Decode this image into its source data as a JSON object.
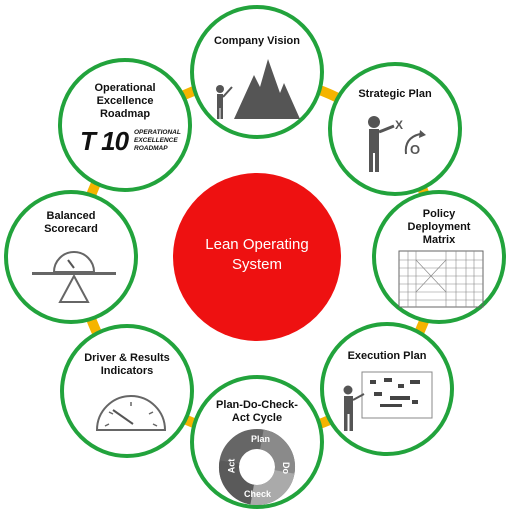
{
  "center": {
    "label_line1": "Lean Operating",
    "label_line2": "System"
  },
  "colors": {
    "ring": "#22a33c",
    "connector": "#f5b400",
    "center": "#ee1111",
    "icon": "#555555"
  },
  "nodes": {
    "company_vision": {
      "title": "Company Vision"
    },
    "strategic_plan": {
      "title": "Strategic Plan",
      "icon_x": "X",
      "icon_o": "O"
    },
    "policy_deployment": {
      "line1": "Policy",
      "line2": "Deployment",
      "line3": "Matrix"
    },
    "execution_plan": {
      "title": "Execution Plan"
    },
    "pdca": {
      "line1": "Plan-Do-Check-",
      "line2": "Act Cycle",
      "plan": "Plan",
      "do": "Do",
      "check": "Check",
      "act": "Act"
    },
    "driver_results": {
      "line1": "Driver & Results",
      "line2": "Indicators"
    },
    "balanced_scorecard": {
      "line1": "Balanced",
      "line2": "Scorecard"
    },
    "operational_excellence": {
      "line1": "Operational",
      "line2": "Excellence",
      "line3": "Roadmap",
      "logo_big": "T 10",
      "logo_small_1": "OPERATIONAL",
      "logo_small_2": "EXCELLENCE",
      "logo_small_3": "ROADMAP"
    }
  }
}
